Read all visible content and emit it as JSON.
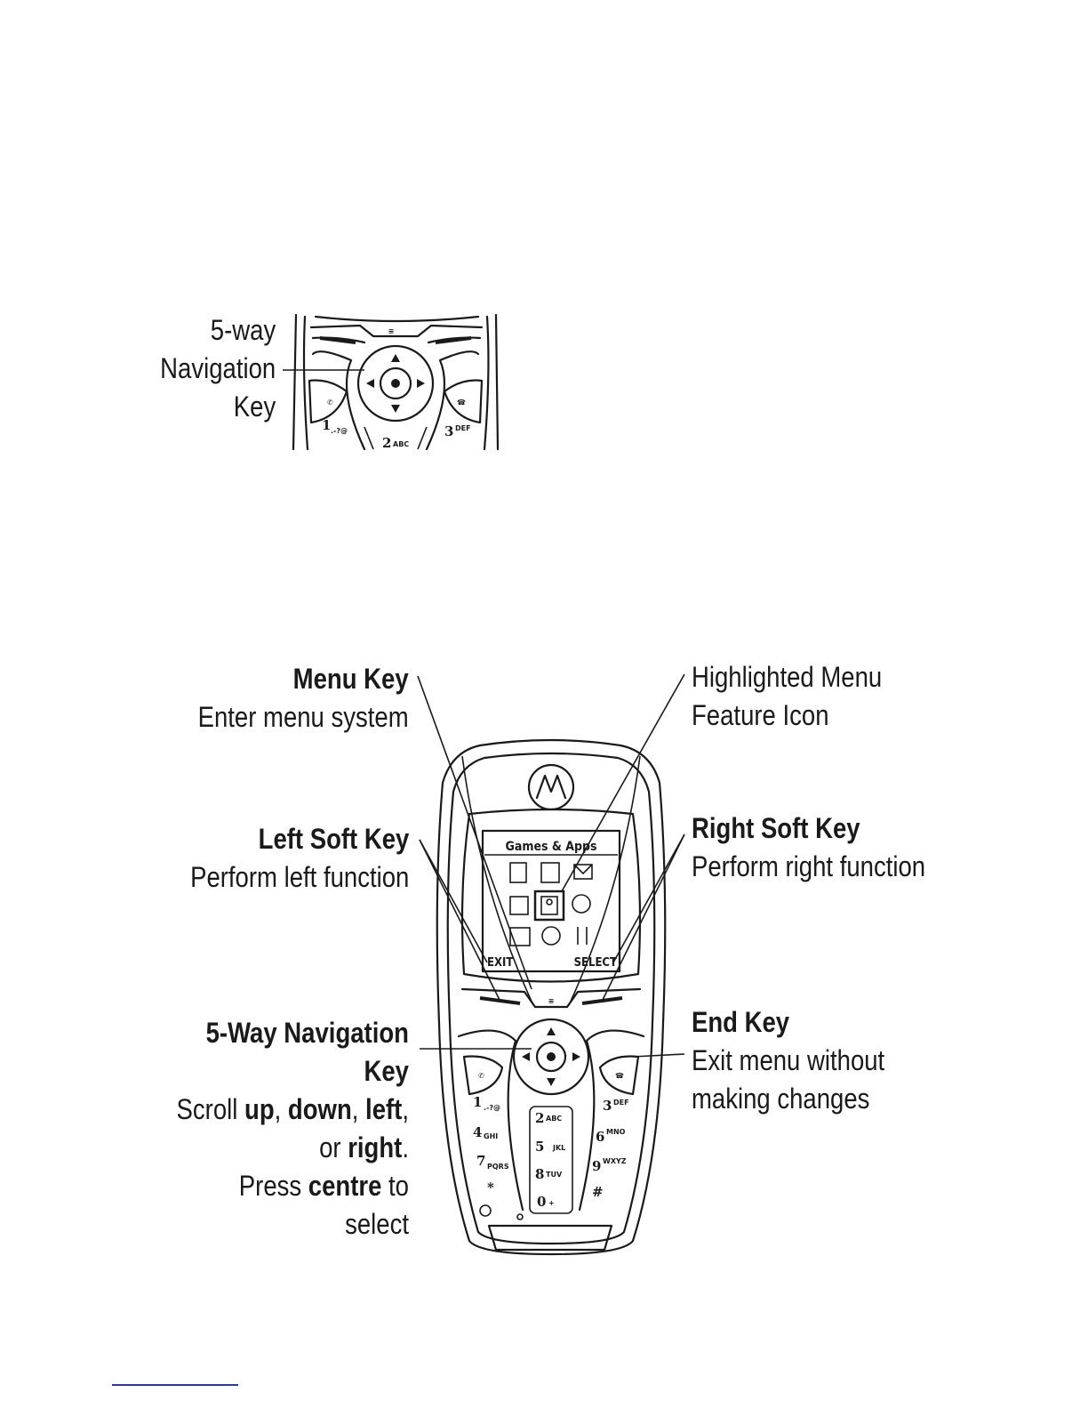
{
  "inset": {
    "label_lines": [
      "5-way",
      "Navigation",
      "Key"
    ],
    "keys": {
      "k1": "1",
      "k1_sub": ".-?@",
      "k2": "2",
      "k2_sub": "ABC",
      "k3": "3",
      "k3_sub": "DEF"
    }
  },
  "callouts": {
    "menu_key": {
      "title": "Menu Key",
      "desc": "Enter menu system"
    },
    "left_soft_key": {
      "title": "Left Soft Key",
      "desc": "Perform left function"
    },
    "nav_key": {
      "title_line1": "5-Way Navigation",
      "title_line2": "Key",
      "w_scroll": "Scroll",
      "w_up": "up",
      "w_down": "down",
      "w_left": "left",
      "w_or": "or",
      "w_right": "right",
      "w_press": "Press",
      "w_centre": "centre",
      "w_to": "to",
      "w_select": "select"
    },
    "highlighted_icon": {
      "line1": "Highlighted Menu",
      "line2": "Feature Icon"
    },
    "right_soft_key": {
      "title": "Right Soft Key",
      "desc": "Perform right function"
    },
    "end_key": {
      "title": "End Key",
      "desc_line1": "Exit menu without",
      "desc_line2": "making changes"
    }
  },
  "screen": {
    "title": "Games & Apps",
    "left_softkey": "EXIT",
    "right_softkey": "SELECT"
  },
  "keypad": {
    "k1": "1",
    "k1_sub": ".-?@",
    "k2": "2",
    "k2_sub": "ABC",
    "k3": "3",
    "k3_sub": "DEF",
    "k4": "4",
    "k4_sub": "GHI",
    "k5": "5",
    "k5_sub": "JKL",
    "k6": "6",
    "k6_sub": "MNO",
    "k7": "7",
    "k7_sub": "PQRS",
    "k8": "8",
    "k8_sub": "TUV",
    "k9": "9",
    "k9_sub": "WXYZ",
    "k0": "0",
    "k0_sub": "+",
    "kstar": "*",
    "khash": "#"
  }
}
